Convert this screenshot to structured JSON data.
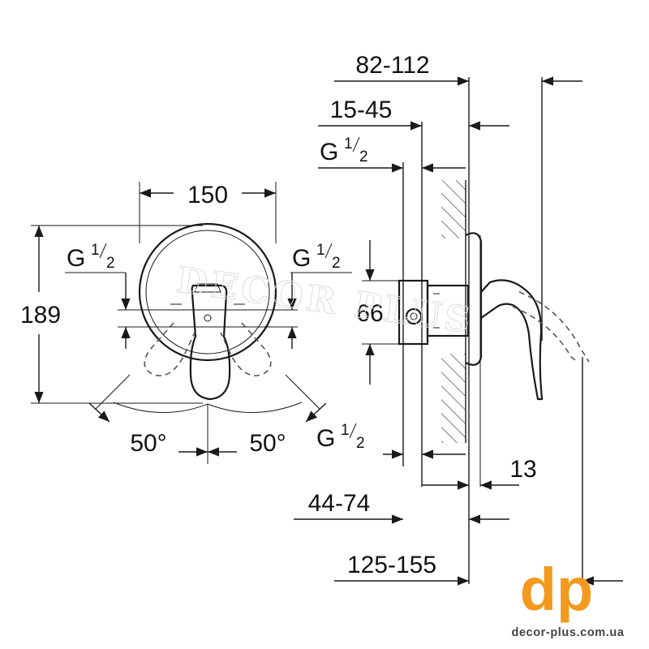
{
  "dimensions": {
    "width_total": "150",
    "height_total": "189",
    "angle_left": "50°",
    "angle_right": "50°",
    "outlet_height": "66",
    "depth_range_top": "82-112",
    "wall_range": "15-45",
    "body_range": "44-74",
    "overall_range": "125-155",
    "plate_thickness": "13"
  },
  "threads": {
    "front_left": {
      "base": "G",
      "num": "1",
      "den": "2"
    },
    "front_right": {
      "base": "G",
      "num": "1",
      "den": "2"
    },
    "side_top": {
      "base": "G",
      "num": "1",
      "den": "2"
    },
    "side_bottom": {
      "base": "G",
      "num": "1",
      "den": "2"
    }
  },
  "watermark": "DECOR PLUS",
  "logo": {
    "mark": "dp",
    "url": "decor-plus.com.ua",
    "color": "#F39A1E"
  }
}
